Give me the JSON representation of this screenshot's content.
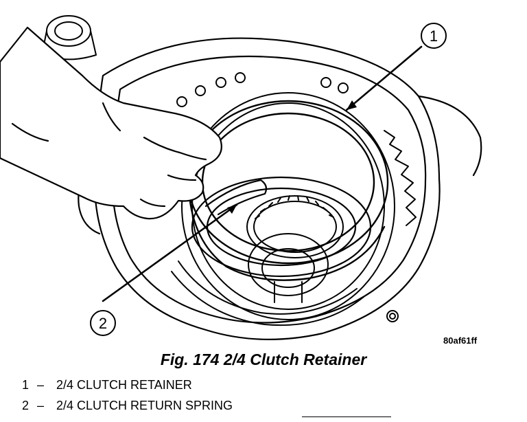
{
  "figure": {
    "code": "80af61ff",
    "caption": "Fig. 174 2/4 Clutch Retainer",
    "callouts": [
      {
        "number": "1"
      },
      {
        "number": "2"
      }
    ]
  },
  "legend": [
    {
      "number": "1",
      "dash": "–",
      "text": "2/4 CLUTCH RETAINER"
    },
    {
      "number": "2",
      "dash": "–",
      "text": "2/4 CLUTCH RETURN SPRING"
    }
  ]
}
